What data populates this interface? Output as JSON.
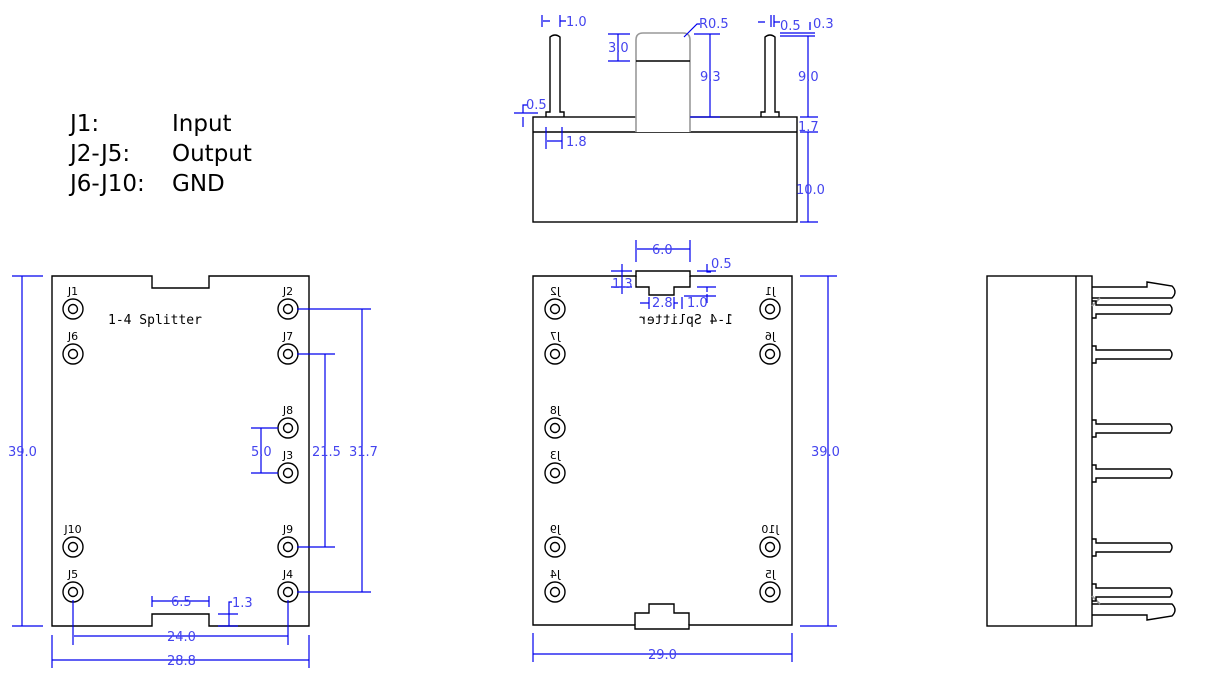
{
  "legend": [
    {
      "pin": "J1:",
      "role": "Input"
    },
    {
      "pin": "J2-J5:",
      "role": "Output"
    },
    {
      "pin": "J6-J10:",
      "role": "GND"
    }
  ],
  "board_label": "1-4 Splitter",
  "pins": {
    "J1": "J1",
    "J2": "J2",
    "J3": "J3",
    "J4": "J4",
    "J5": "J5",
    "J6": "J6",
    "J7": "J7",
    "J8": "J8",
    "J9": "J9",
    "J10": "J10"
  },
  "dimensions": {
    "top_pin_width": "1.0",
    "radius": "R0.5",
    "right_pin_a": "0.5",
    "right_pin_b": "0.3",
    "cap_top": "3.0",
    "cap_height": "9.3",
    "pin_height": "9.0",
    "shoulder": "0.5",
    "shoulder_width": "1.8",
    "board_thickness": "1.7",
    "body_height": "10.0",
    "notch_width": "6.0",
    "notch_depth": "1.3",
    "notch_step": "0.5",
    "notch_inner": "2.8",
    "notch_offset": "1.0",
    "height_left": "39.0",
    "pitch_j8_j3": "5.0",
    "span_j7_j9": "21.5",
    "span_j2_j4": "31.7",
    "bottom_notch": "6.5",
    "bottom_notch_depth": "1.3",
    "pin_span": "24.0",
    "width_left": "28.8",
    "height_back": "39.0",
    "width_back": "29.0"
  }
}
